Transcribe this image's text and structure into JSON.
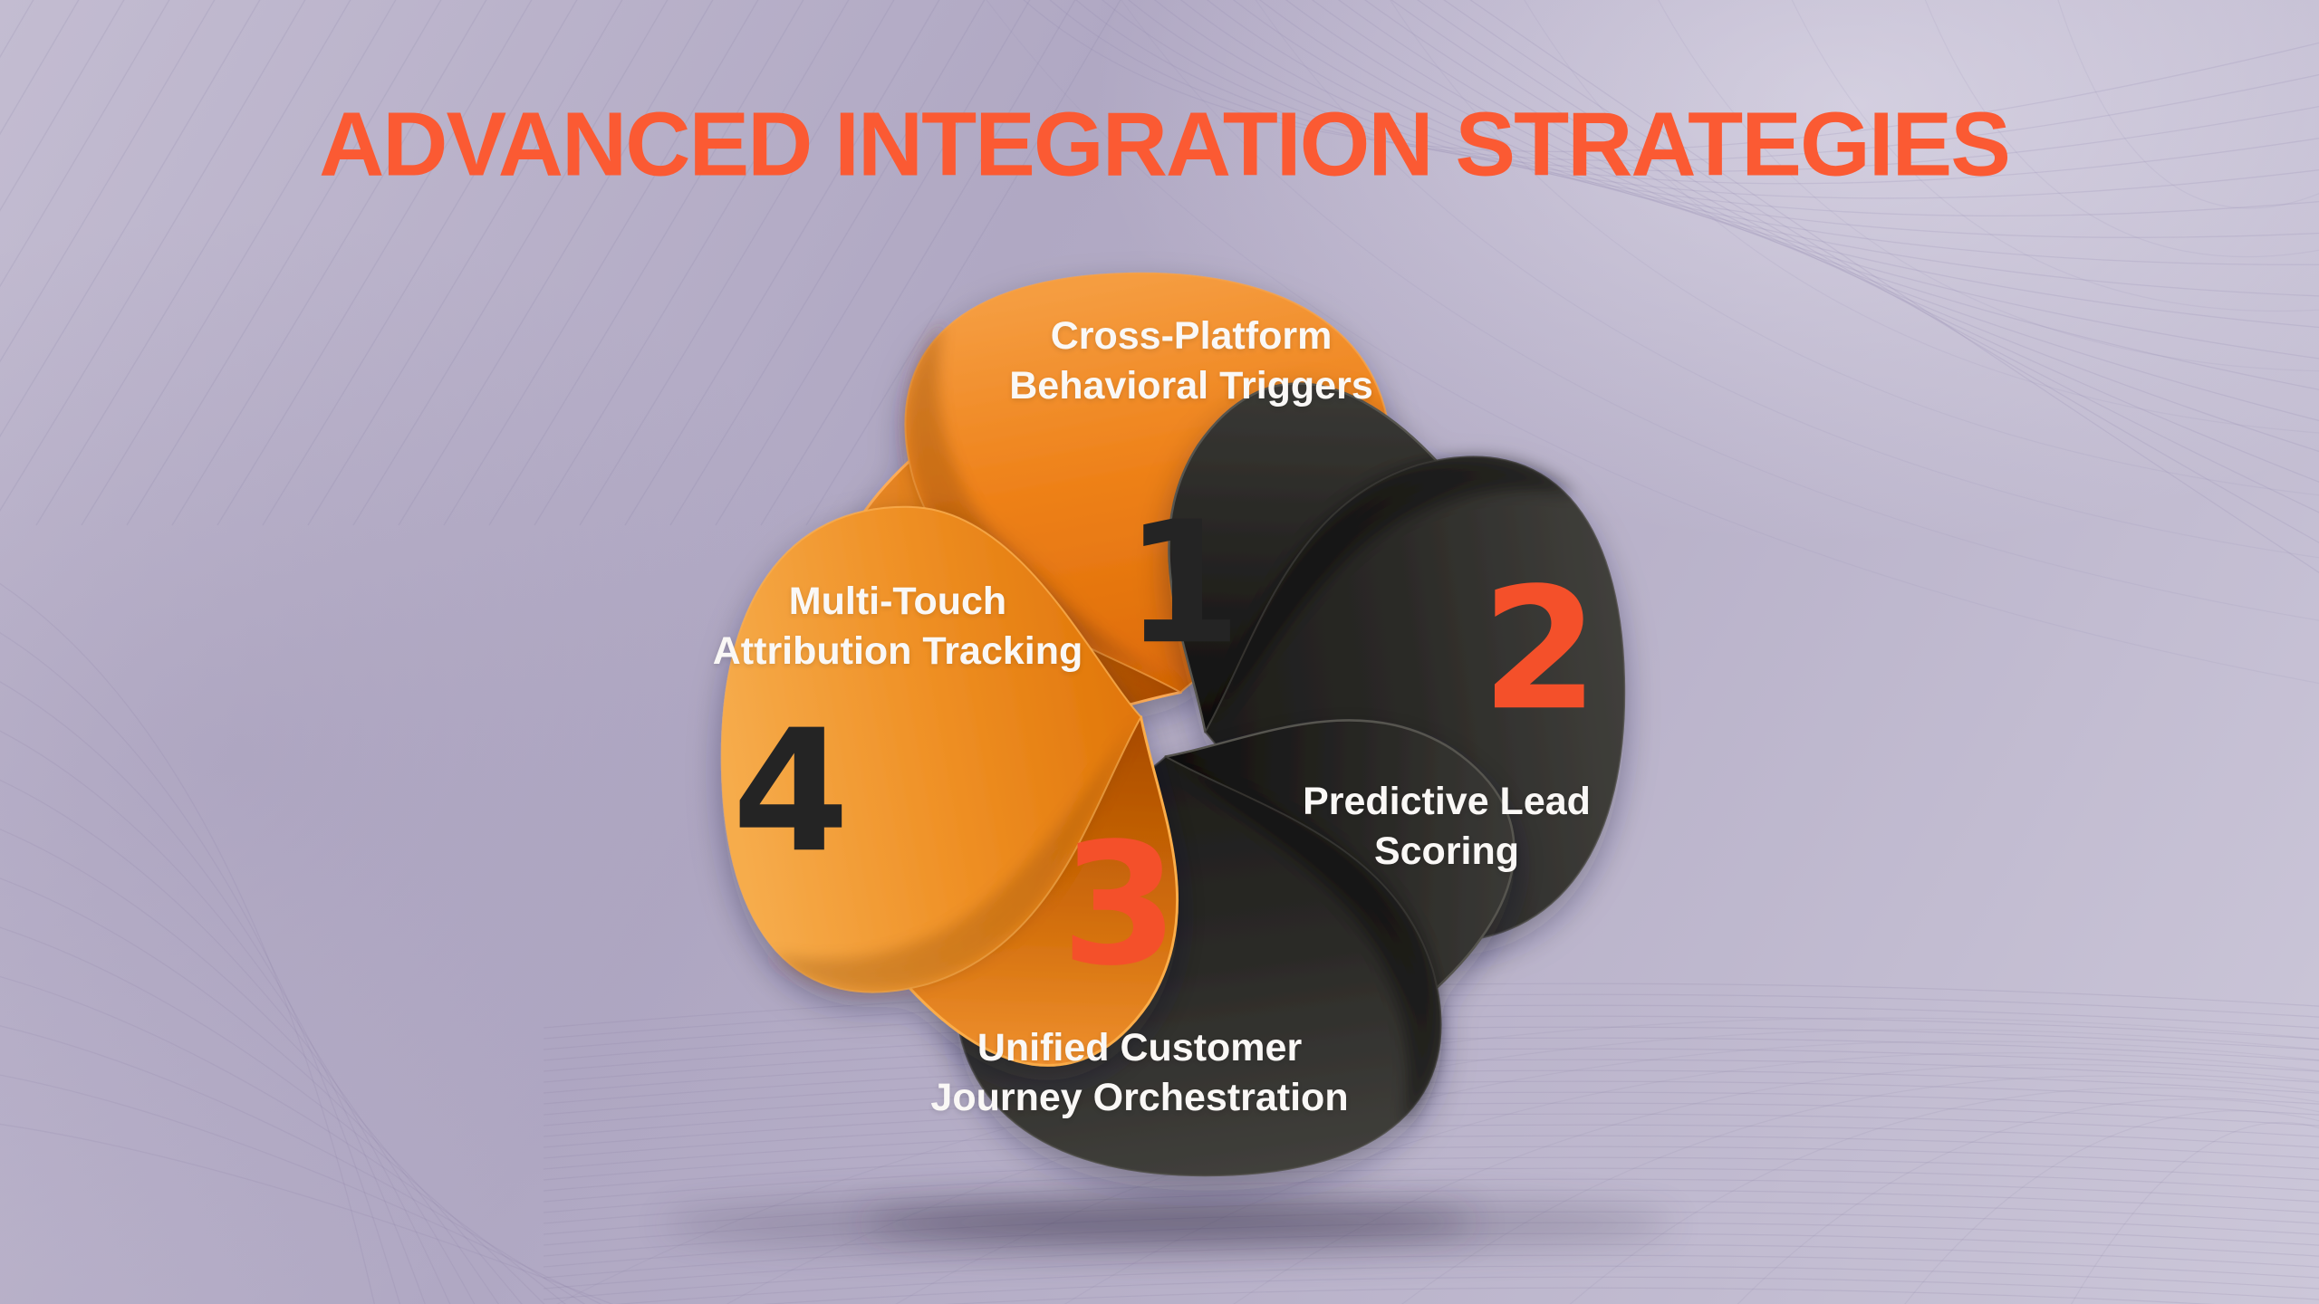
{
  "title": "ADVANCED INTEGRATION STRATEGIES",
  "colors": {
    "background": "#b8b1c9",
    "title_orange_red": "#fb5a33",
    "petal_orange": "#ee8119",
    "petal_orange_light": "#f2a33c",
    "petal_dark": "#2b2a27",
    "number_dark": "#242424",
    "number_orange": "#f4502a",
    "label_white": "#faf8f6"
  },
  "pinwheel": {
    "petals": [
      {
        "number": "1",
        "line1": "Cross-Platform",
        "line2": "Behavioral Triggers",
        "petal_color": "orange",
        "number_color": "dark"
      },
      {
        "number": "2",
        "line1": "Predictive Lead",
        "line2": "Scoring",
        "petal_color": "dark",
        "number_color": "orange"
      },
      {
        "number": "3",
        "line1": "Unified Customer",
        "line2": "Journey Orchestration",
        "petal_color": "dark",
        "number_color": "orange"
      },
      {
        "number": "4",
        "line1": "Multi-Touch",
        "line2": "Attribution Tracking",
        "petal_color": "orange",
        "number_color": "dark"
      }
    ]
  }
}
